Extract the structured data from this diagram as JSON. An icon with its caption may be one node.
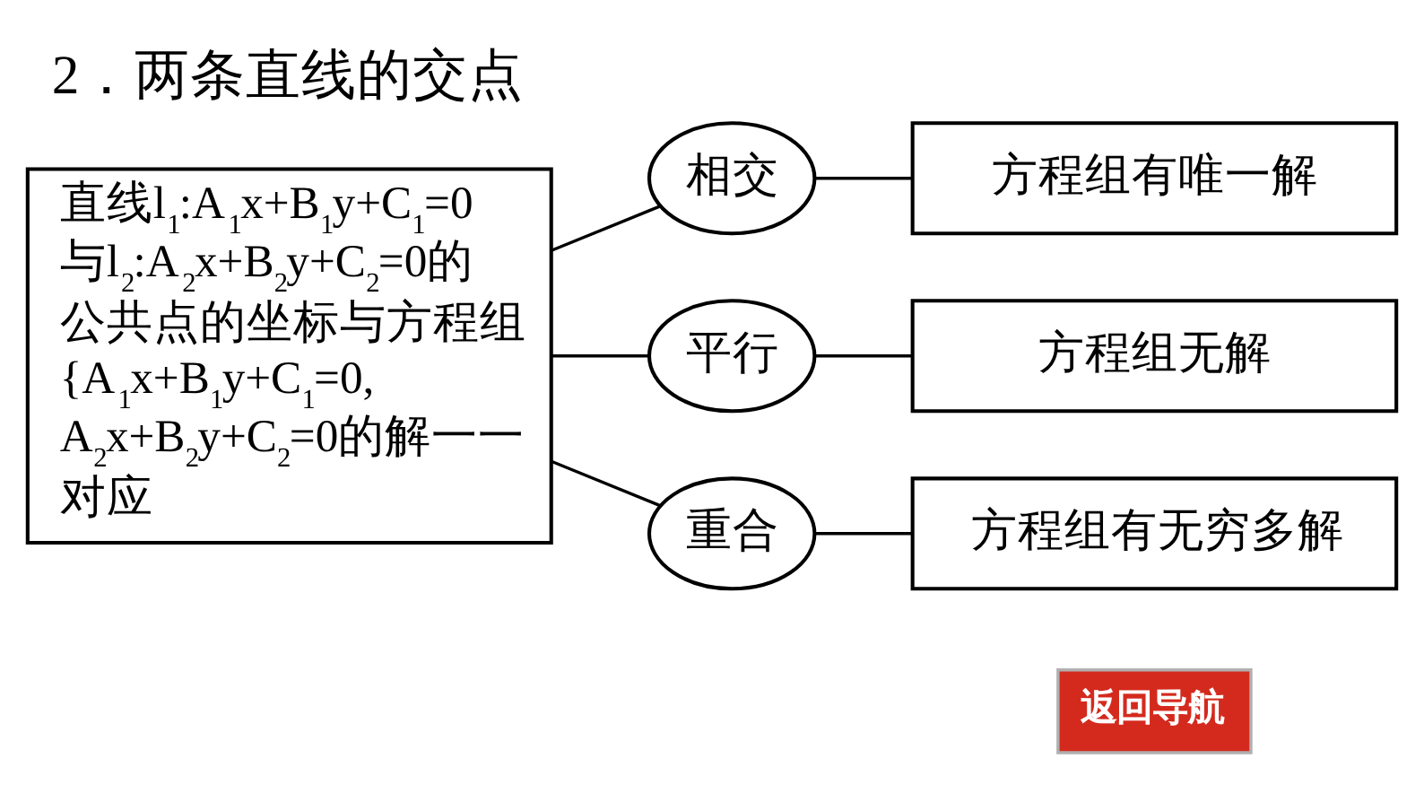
{
  "diagram": {
    "title": "2．两条直线的交点",
    "nodes": [
      {
        "text": [
          "直线l$_{1}$:A$_{1}$x+B$_{1}$y+C$_{1}$=0与l$_{2}$:A$_{2}$x+B$_{2}$y+C$_{2}$=0的公共点的坐标与方程组{A$_{1}$x+B$_{1}$y+C$_{1}$=0, A$_{2}$x+B$_{2}$y+C$_{2}$=0的解一一对应"
        ]
      },
      {
        "text": [
          "相交"
        ]
      },
      {
        "text": [
          "方程组有唯一解"
        ]
      },
      {
        "text": [
          "平行"
        ]
      },
      {
        "text": [
          "方程组无解"
        ]
      },
      {
        "text": [
          "重合"
        ]
      },
      {
        "text": [
          "方程组有无穷多解"
        ]
      }
    ],
    "edges": [
      {
        "from": 0,
        "to": 1,
        "arrow": "none"
      },
      {
        "from": 1,
        "to": 2,
        "arrow": "none"
      },
      {
        "from": 0,
        "to": 3,
        "arrow": "none"
      },
      {
        "from": 3,
        "to": 4,
        "arrow": "none"
      },
      {
        "from": 0,
        "to": 5,
        "arrow": "none"
      },
      {
        "from": 5,
        "to": 6,
        "arrow": "none"
      }
    ],
    "labels": [
      "返回导航"
    ]
  }
}
